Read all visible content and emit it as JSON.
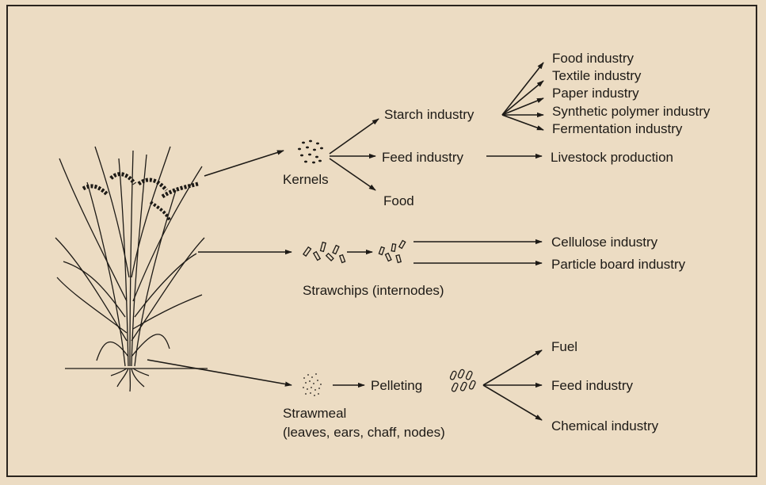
{
  "rice_products": {
    "kernels": {
      "label": "Kernels",
      "branches": [
        {
          "label": "Starch industry",
          "targets": [
            "Food industry",
            "Textile industry",
            "Paper industry",
            "Synthetic polymer industry",
            "Fermentation industry"
          ]
        },
        {
          "label": "Feed industry",
          "targets": [
            "Livestock production"
          ]
        },
        {
          "label": "Food",
          "targets": []
        }
      ]
    },
    "strawchips": {
      "label": "Strawchips (internodes)",
      "targets": [
        "Cellulose industry",
        "Particle board industry"
      ]
    },
    "strawmeal": {
      "label_line1": "Strawmeal",
      "label_line2": "(leaves, ears, chaff, nodes)",
      "process": "Pelleting",
      "targets": [
        "Fuel",
        "Feed industry",
        "Chemical industry"
      ]
    }
  },
  "icons": [
    "rice-plant-icon",
    "kernels-icon",
    "strawchips-icon",
    "strawmeal-icon",
    "pellets-icon"
  ],
  "colors": {
    "background": "#ecdcc3",
    "ink": "#1d1a16"
  }
}
